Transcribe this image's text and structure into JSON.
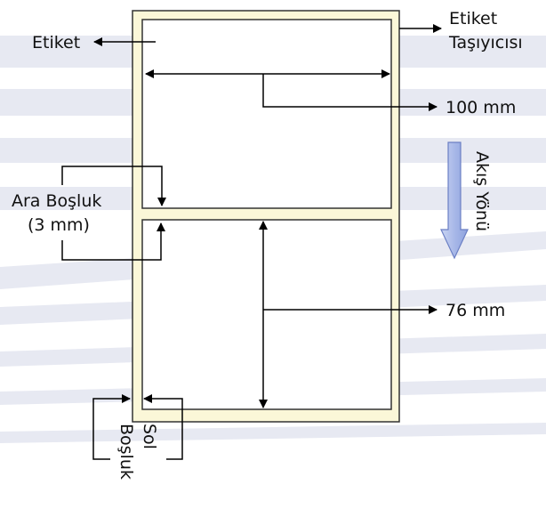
{
  "labels": {
    "label": "Etiket",
    "carrier_line1": "Etiket",
    "carrier_line2": "Taşıyıcısı",
    "width": "100 mm",
    "flow": "Akış Yönü",
    "gap_line1": "Ara Boşluk",
    "gap_line2": "(3 mm)",
    "height": "76 mm",
    "left_margin_line1": "Sol",
    "left_margin_line2": "Boşluk"
  },
  "colors": {
    "carrier_fill": "#fbf7d8",
    "carrier_border": "#333333",
    "label_fill": "#ffffff",
    "line": "#000000",
    "flow_arrow_fill": "#a8b8e8",
    "flow_arrow_stroke": "#6b7fc4",
    "watermark": "#e7e9f2"
  }
}
